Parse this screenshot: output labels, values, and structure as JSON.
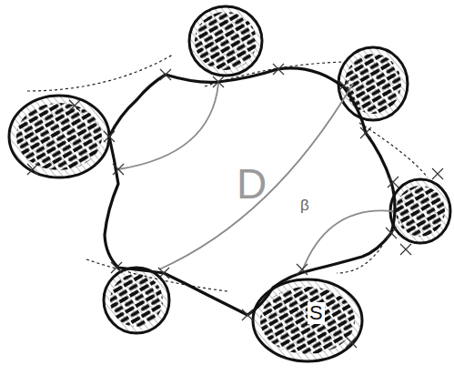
{
  "diagram": {
    "labels": [
      "D",
      "β",
      "S"
    ]
  }
}
